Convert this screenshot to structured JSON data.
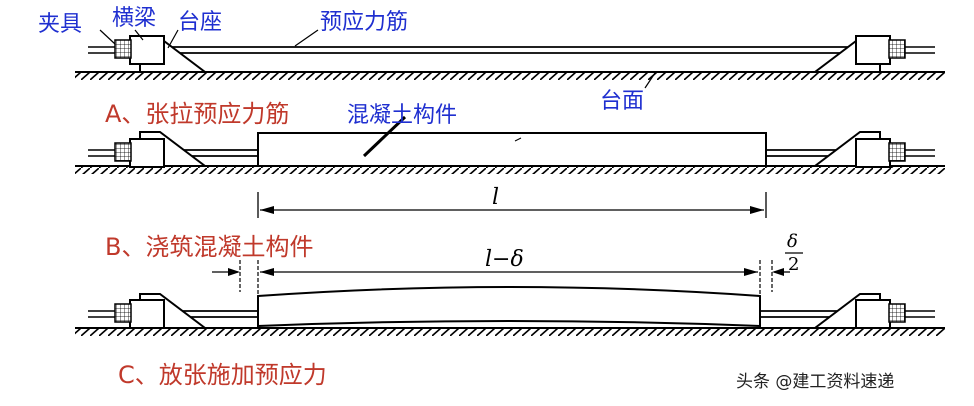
{
  "labels": {
    "jiaju": "夹具",
    "hengliang": "横梁",
    "taizuo": "台座",
    "yuyingli_jin": "预应力筋",
    "taimian": "台面",
    "hunningtu_goujian": "混凝土构件"
  },
  "steps": {
    "a": "A、张拉预应力筋",
    "b": "B、浇筑混凝土构件",
    "c": "C、放张施加预应力"
  },
  "dimensions": {
    "length": "l",
    "shortened": "l−δ",
    "half_top": "δ",
    "half_bottom": "2"
  },
  "watermark": "头条 @建工资料速递",
  "colors": {
    "label_blue": "#1f2fd0",
    "step_red": "#c0392b",
    "line": "#000000"
  }
}
